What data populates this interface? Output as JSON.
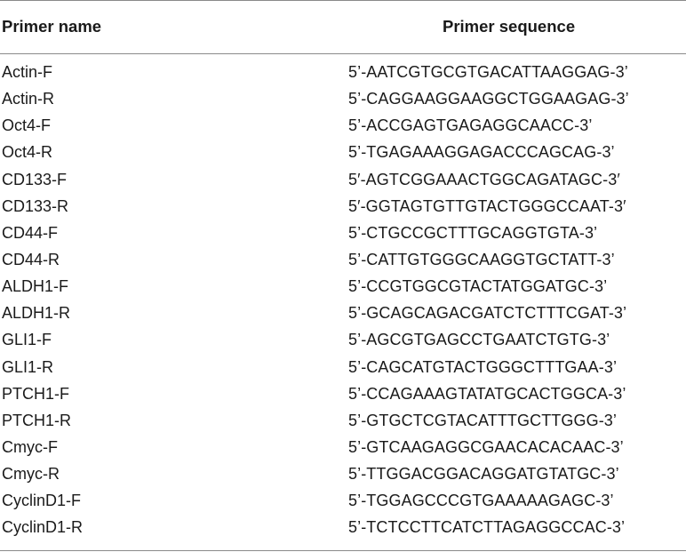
{
  "table": {
    "headers": {
      "name": "Primer name",
      "sequence": "Primer sequence"
    },
    "rows": [
      {
        "name": "Actin-F",
        "sequence": "5’-AATCGTGCGTGACATTAAGGAG-3’"
      },
      {
        "name": "Actin-R",
        "sequence": "5’-CAGGAAGGAAGGCTGGAAGAG-3’"
      },
      {
        "name": "Oct4-F",
        "sequence": "5’-ACCGAGTGAGAGGCAACC-3’"
      },
      {
        "name": "Oct4-R",
        "sequence": "5’-TGAGAAAGGAGACCCAGCAG-3’"
      },
      {
        "name": "CD133-F",
        "sequence": "5′-AGTCGGAAACTGGCAGATAGC-3′"
      },
      {
        "name": "CD133-R",
        "sequence": "5′-GGTAGTGTTGTACTGGGCCAAT-3′"
      },
      {
        "name": "CD44-F",
        "sequence": "5’-CTGCCGCTTTGCAGGTGTA-3’"
      },
      {
        "name": "CD44-R",
        "sequence": "5’-CATTGTGGGCAAGGTGCTATT-3’"
      },
      {
        "name": "ALDH1-F",
        "sequence": "5’-CCGTGGCGTACTATGGATGC-3’"
      },
      {
        "name": "ALDH1-R",
        "sequence": "5’-GCAGCAGACGATCTCTTTCGAT-3’"
      },
      {
        "name": "GLI1-F",
        "sequence": "5’-AGCGTGAGCCTGAATCTGTG-3’"
      },
      {
        "name": "GLI1-R",
        "sequence": "5’-CAGCATGTACTGGGCTTTGAA-3’"
      },
      {
        "name": "PTCH1-F",
        "sequence": "5’-CCAGAAAGTATATGCACTGGCA-3’"
      },
      {
        "name": "PTCH1-R",
        "sequence": "5’-GTGCTCGTACATTTGCTTGGG-3’"
      },
      {
        "name": "Cmyc-F",
        "sequence": "5’-GTCAAGAGGCGAACACACAAC-3’"
      },
      {
        "name": "Cmyc-R",
        "sequence": "5’-TTGGACGGACAGGATGTATGC-3’"
      },
      {
        "name": "CyclinD1-F",
        "sequence": "5’-TGGAGCCCGTGAAAAAGAGC-3’"
      },
      {
        "name": "CyclinD1-R",
        "sequence": "5’-TCTCCTTCATCTTAGAGGCCAC-3’"
      }
    ]
  }
}
